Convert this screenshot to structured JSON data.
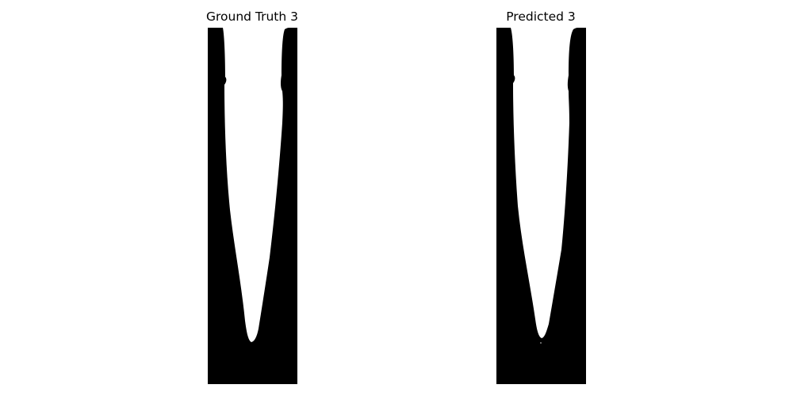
{
  "panels": [
    {
      "title": "Ground Truth 3",
      "image": "binary segmentation mask (ground truth)"
    },
    {
      "title": "Predicted 3",
      "image": "binary segmentation mask (prediction)"
    }
  ],
  "colors": {
    "background": "#ffffff",
    "mask_foreground": "#000000",
    "mask_background": "#ffffff"
  }
}
